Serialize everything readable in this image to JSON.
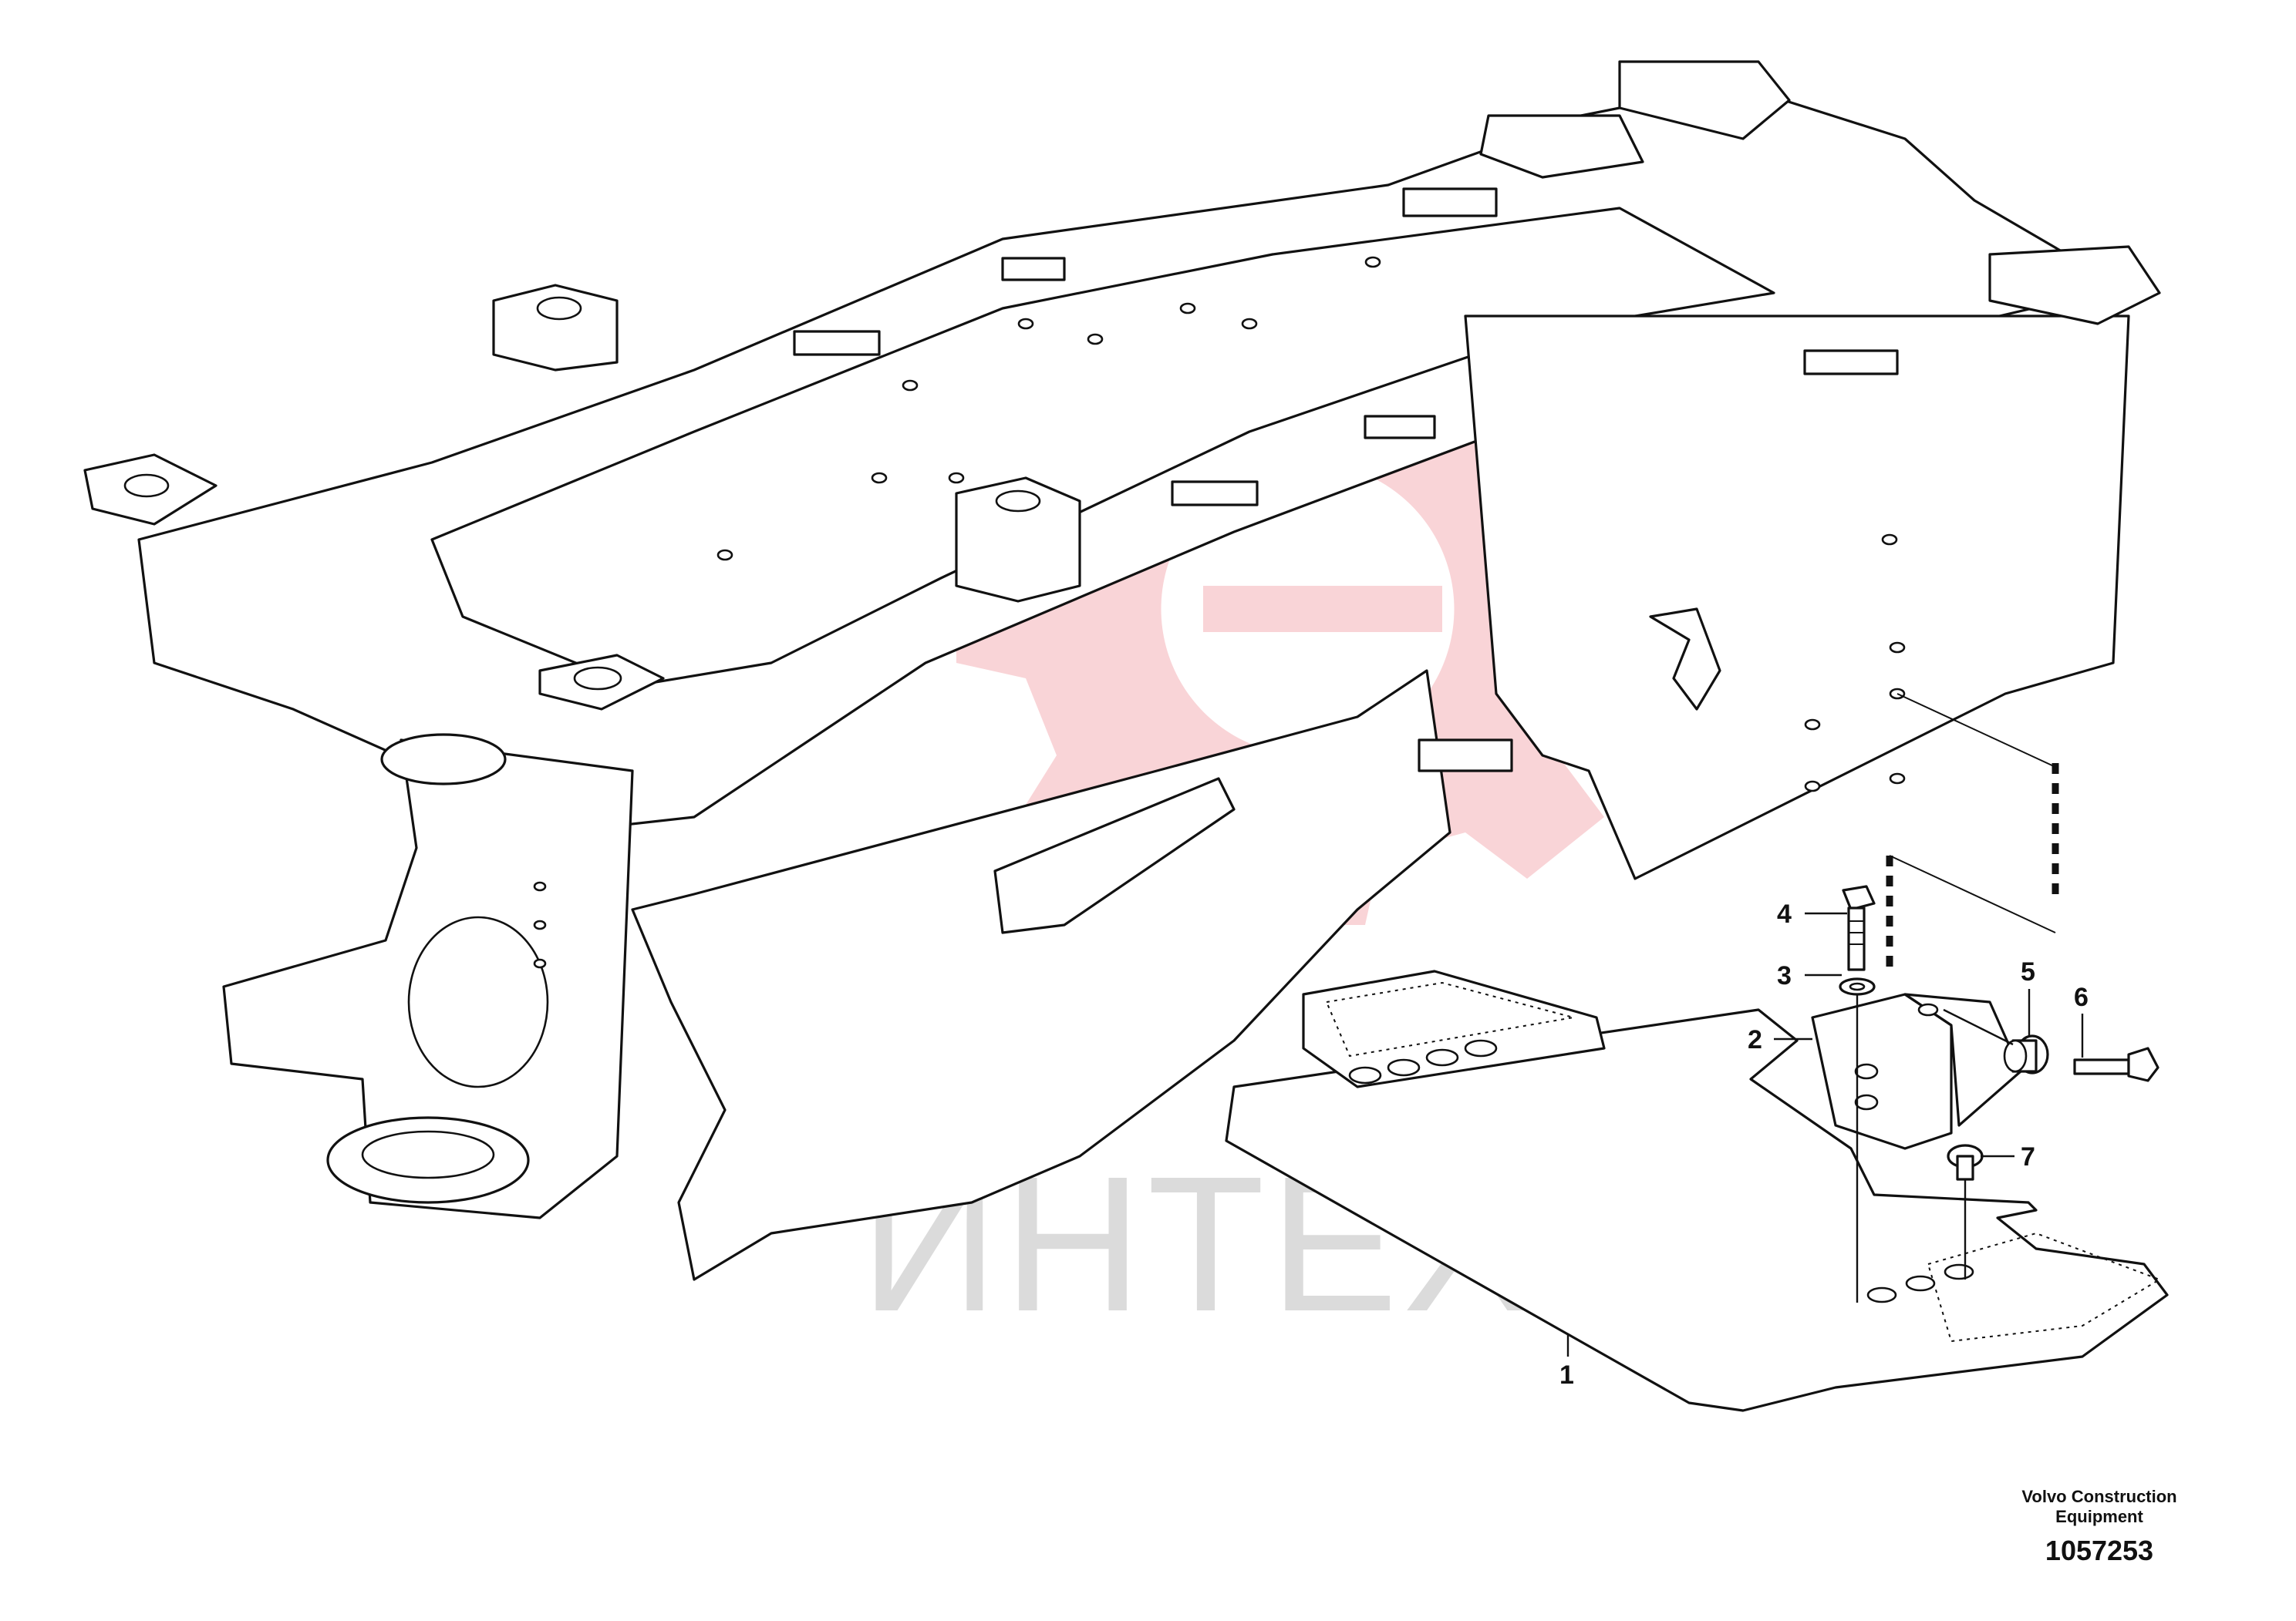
{
  "watermark": {
    "text": "ИНТЕХ",
    "color": "#e8646e"
  },
  "callouts": [
    {
      "id": "1",
      "label": "1"
    },
    {
      "id": "2",
      "label": "2"
    },
    {
      "id": "3",
      "label": "3"
    },
    {
      "id": "4",
      "label": "4"
    },
    {
      "id": "5",
      "label": "5"
    },
    {
      "id": "6",
      "label": "6"
    },
    {
      "id": "7",
      "label": "7"
    }
  ],
  "footer": {
    "manufacturer_line1": "Volvo Construction",
    "manufacturer_line2": "Equipment",
    "figure_number": "1057253"
  }
}
